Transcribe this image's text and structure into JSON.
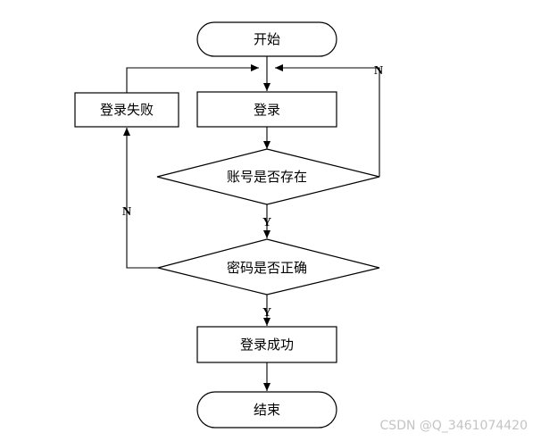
{
  "nodes": {
    "start": "开始",
    "login": "登录",
    "login_failed": "登录失败",
    "account_exists": "账号是否存在",
    "password_correct": "密码是否正确",
    "login_success": "登录成功",
    "end": "结束"
  },
  "edges": {
    "account_no": "N",
    "account_yes": "Y",
    "password_no": "N",
    "password_yes": "Y"
  },
  "watermark": "CSDN @Q_3461074420"
}
